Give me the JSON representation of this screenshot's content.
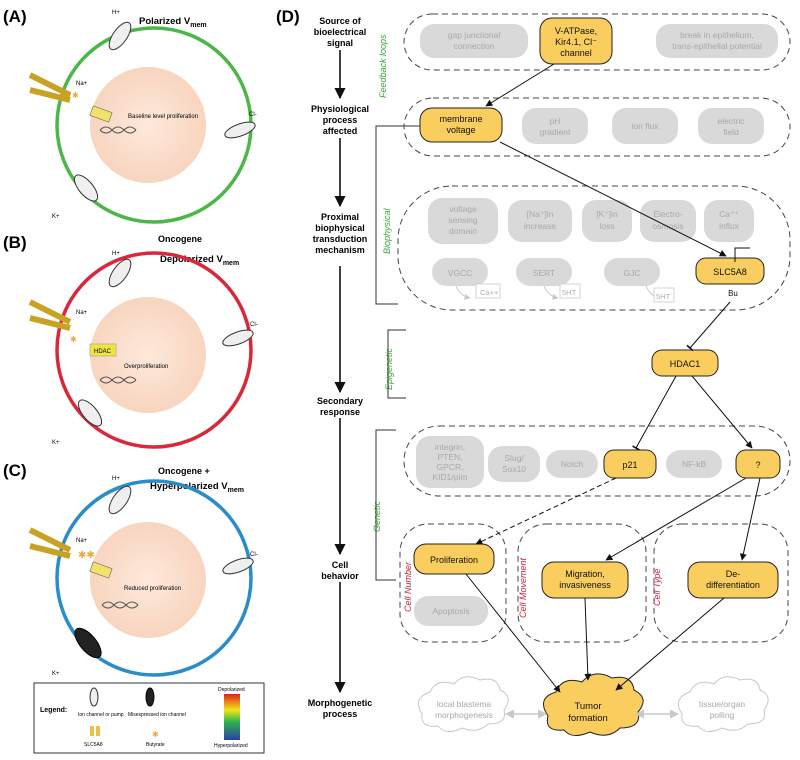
{
  "panel_letters": {
    "a": "(A)",
    "b": "(B)",
    "c": "(C)",
    "d": "(D)"
  },
  "cells": {
    "a": {
      "title": "Polarized V",
      "title_sub": "mem",
      "center_label": "Baseline level proliferation",
      "h_label": "H+",
      "na_label": "Na+",
      "cl_label": "Cl-",
      "k_label": "K+",
      "color": "#4cb648"
    },
    "b": {
      "title_top": "Oncogene",
      "title": "Depolarized V",
      "title_sub": "mem",
      "center_label": "Overproliferation",
      "hdac_label": "HDAC",
      "h_label": "H+",
      "na_label": "Na+",
      "cl_label": "Cl-",
      "k_label": "K+",
      "color": "#d8283a"
    },
    "c": {
      "title_top": "Oncogene +",
      "title": "Hyperpolarized V",
      "title_sub": "mem",
      "center_label": "Reduced proliferation",
      "h_label": "H+",
      "na_label": "Na+",
      "cl_label": "Cl-",
      "k_label": "K+",
      "color": "#2a8cc8"
    }
  },
  "legend": {
    "title": "Legend:",
    "ion_channel": "Ion channel or pump",
    "misexpressed": "Misexpressed ion channel",
    "slc": "SLC5A8",
    "butyrate": "Butyrate",
    "depolarized": "Depolarized",
    "hyperpolarized": "Hyperpolarized"
  },
  "left_labels": {
    "source": [
      "Source of",
      "bioelectrical",
      "signal"
    ],
    "physio": [
      "Physiological",
      "process",
      "affected"
    ],
    "proximal": [
      "Proximal",
      "biophysical",
      "transduction",
      "mechanism"
    ],
    "secondary": [
      "Secondary",
      "response"
    ],
    "cell": [
      "Cell",
      "behavior"
    ],
    "morpho": [
      "Morphogenetic",
      "process"
    ]
  },
  "side_labels": {
    "feedback": "Feedback loops",
    "biophysical": "Biophysical",
    "epigenetic": "Epigenetic",
    "genetic": "Genetic",
    "cell_number": "Cell Number",
    "cell_movement": "Cell Movement",
    "cell_type": "Cell Type"
  },
  "nodes": {
    "gap": [
      "gap junctional",
      "connection"
    ],
    "vatp": [
      "V-ATPase,",
      "Kir4.1, Cl⁻",
      "channel"
    ],
    "break": [
      "break in epithelium,",
      "trans-epithelial potential"
    ],
    "membrane": [
      "membrane",
      "voltage"
    ],
    "ph": [
      "pH",
      "gradient"
    ],
    "ionflux": "ion flux",
    "efield": [
      "electric",
      "field"
    ],
    "voltage_sensing": [
      "voltage",
      "sensing",
      "domain"
    ],
    "na_increase": [
      "[Na⁺]in",
      "increase"
    ],
    "k_loss": [
      "[K⁺]in",
      "loss"
    ],
    "electro": [
      "Electro-",
      "osmosis"
    ],
    "ca_influx": [
      "Ca⁺⁺",
      "influx"
    ],
    "vgcc": "VGCC",
    "sert": "SERT",
    "gjc": "GJC",
    "slc5a8": "SLC5A8",
    "bu": "Bu",
    "ca_tag": "Ca++",
    "ht_tag1": "5HT",
    "ht_tag2": "5HT",
    "hdac1": "HDAC1",
    "integrin": [
      "integrin,",
      "PTEN,",
      "GPCR,",
      "KID1/pim"
    ],
    "slug": [
      "Slug/",
      "Sox10"
    ],
    "notch": "Notch",
    "p21": "p21",
    "nfkb": "NF-kB",
    "question": "?",
    "proliferation": "Proliferation",
    "apoptosis": "Apoptosis",
    "migration": [
      "Migration,",
      "invasiveness"
    ],
    "dediff": [
      "De-",
      "differentiation"
    ],
    "tumor": [
      "Tumor",
      "formation"
    ],
    "blastema": [
      "local blastema",
      "morphogenesis"
    ],
    "tissue": [
      "tissue/organ",
      "polling"
    ]
  },
  "colors": {
    "highlight": "#f9cd5e",
    "highlight_stroke": "#222222",
    "faded": "#d9d9d9",
    "faded_text": "#a8a8a8",
    "green": "#39a935",
    "red": "#c8213b",
    "nucleus": "#fbe3d4"
  }
}
